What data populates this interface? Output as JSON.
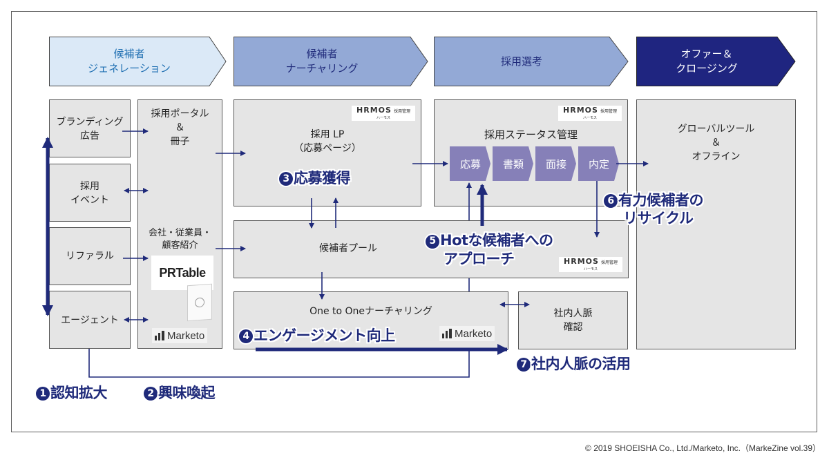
{
  "stages": [
    {
      "lines": [
        "候補者",
        "ジェネレーション"
      ],
      "fill": "#dbe9f7",
      "text_color": "#1f6fb2"
    },
    {
      "lines": [
        "候補者",
        "ナーチャリング"
      ],
      "fill": "#93a9d6",
      "text_color": "#1f2a7a"
    },
    {
      "lines": [
        "採用選考"
      ],
      "fill": "#93a9d6",
      "text_color": "#1f2a7a"
    },
    {
      "lines": [
        "オファー＆",
        "クロージング"
      ],
      "fill": "#1f2580",
      "text_color": "#ffffff"
    }
  ],
  "sources": [
    {
      "lines": [
        "ブランディング",
        "広告"
      ]
    },
    {
      "lines": [
        "採用",
        "イベント"
      ]
    },
    {
      "lines": [
        "リファラル"
      ]
    },
    {
      "lines": [
        "エージェント"
      ]
    }
  ],
  "portal": {
    "top_lines": [
      "採用ポータル",
      "＆",
      "冊子"
    ],
    "mid_lines": [
      "会社・従業員・",
      "顧客紹介"
    ],
    "prtable_logo": "PRTable",
    "marketo_logo": "Marketo"
  },
  "lp": {
    "lines": [
      "採用 LP",
      "（応募ページ）"
    ],
    "hrmos_logo": "HRMOS",
    "hrmos_sub": "採用管理",
    "hrmos_kana": "ハーモス"
  },
  "status": {
    "title": "採用ステータス管理",
    "steps": [
      "応募",
      "書類",
      "面接",
      "内定"
    ],
    "step_color": "#8680b8",
    "hrmos_logo": "HRMOS",
    "hrmos_sub": "採用管理",
    "hrmos_kana": "ハーモス"
  },
  "pool": {
    "label": "候補者プール",
    "hrmos_logo": "HRMOS",
    "hrmos_sub": "採用管理",
    "hrmos_kana": "ハーモス"
  },
  "nurture": {
    "label": "One to Oneナーチャリング",
    "marketo_logo": "Marketo"
  },
  "network": {
    "lines": [
      "社内人脈",
      "確認"
    ]
  },
  "global": {
    "lines": [
      "グローバルツール",
      "＆",
      "オフライン"
    ]
  },
  "callouts": {
    "c1": {
      "num": "1",
      "text": "認知拡大"
    },
    "c2": {
      "num": "2",
      "text": "興味喚起"
    },
    "c3": {
      "num": "3",
      "text": "応募獲得"
    },
    "c4": {
      "num": "4",
      "text": "エンゲージメント向上"
    },
    "c5": {
      "num": "5",
      "line1": "Hotな候補者への",
      "line2": "アプローチ"
    },
    "c6": {
      "num": "6",
      "line1": "有力候補者の",
      "line2": "リサイクル"
    },
    "c7": {
      "num": "7",
      "text": "社内人脈の活用"
    }
  },
  "colors": {
    "arrow": "#1f2a7a",
    "box": "#e5e5e5",
    "border": "#555555"
  },
  "copyright": "© 2019 SHOEISHA Co., Ltd./Marketo, Inc.（MarkeZine vol.39）"
}
